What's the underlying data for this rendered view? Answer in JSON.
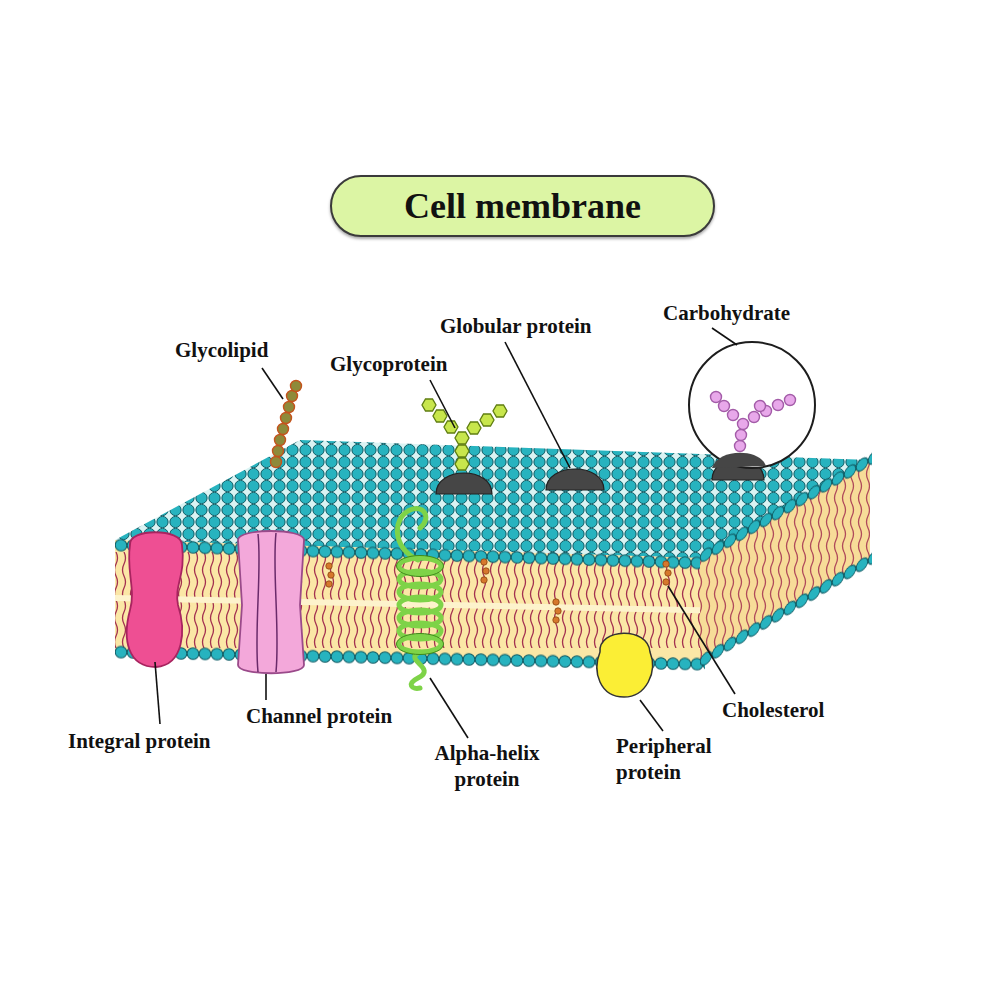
{
  "diagram": {
    "title": "Cell membrane",
    "labels": [
      "Glycolipid",
      "Glycoprotein",
      "Globular protein",
      "Carbohydrate",
      "Integral protein",
      "Channel protein",
      "Alpha-helix protein",
      "Peripheral protein",
      "Cholesterol"
    ]
  }
}
